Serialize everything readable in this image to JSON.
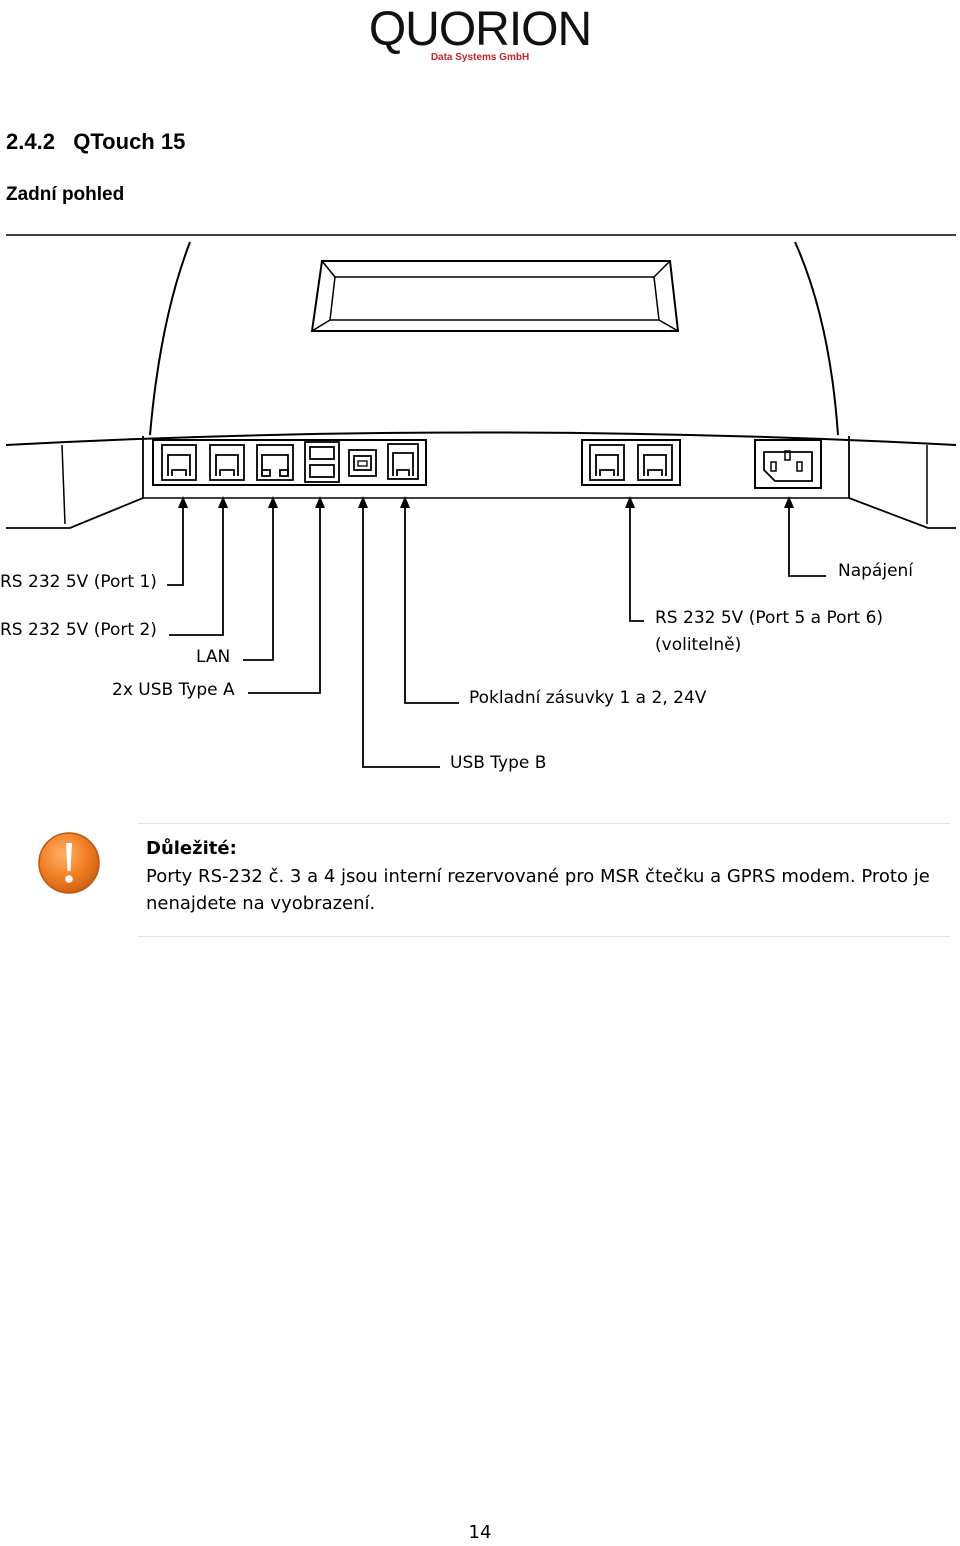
{
  "header": {
    "logo_text": "QUORION",
    "logo_subtitle": "Data Systems GmbH"
  },
  "section": {
    "number_title": "2.4.2   QTouch 15",
    "subtitle": "Zadní pohled"
  },
  "diagram": {
    "labels": {
      "rs232_port1": "RS 232 5V (Port 1)",
      "rs232_port2": "RS 232 5V (Port 2)",
      "lan": "LAN",
      "usb_a": "2x USB Type A",
      "usb_b": "USB Type B",
      "drawers": "Pokladní zásuvky 1 a 2,  24V",
      "rs232_port56": "RS 232 5V (Port 5 a Port 6)",
      "optional": "(volitelně)",
      "power": "Napájení"
    }
  },
  "note": {
    "icon": "warning-icon",
    "accent": "#f07c22",
    "title": "Důležité:",
    "line1": "Porty RS-232 č. 3 a 4 jsou interní rezervované pro MSR čtečku a GPRS modem. Proto je",
    "line2": "nenajdete na vyobrazení."
  },
  "footer": {
    "page_number": "14"
  }
}
